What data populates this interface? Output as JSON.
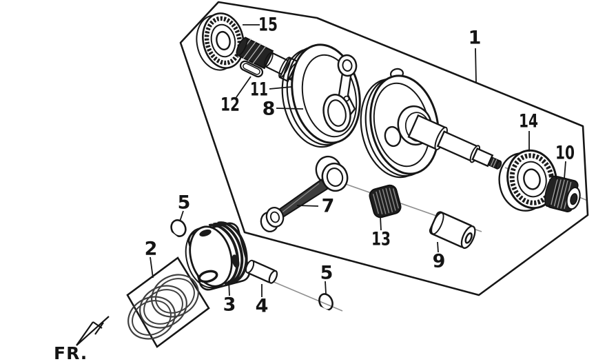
{
  "colors": {
    "background": "#ffffff",
    "outline": "#1a1a1a",
    "callout_text": "#141414",
    "axis_line": "#8f8f8f",
    "dark_part_fill": "#222222"
  },
  "direction_indicator": {
    "label": "FR."
  },
  "callouts": {
    "c1": "1",
    "c2": "2",
    "c3": "3",
    "c4": "4",
    "c5a": "5",
    "c5b": "5",
    "c7": "7",
    "c8": "8",
    "c9": "9",
    "c10": "10",
    "c11": "11",
    "c12": "12",
    "c13": "13",
    "c14": "14",
    "c15": "15"
  }
}
